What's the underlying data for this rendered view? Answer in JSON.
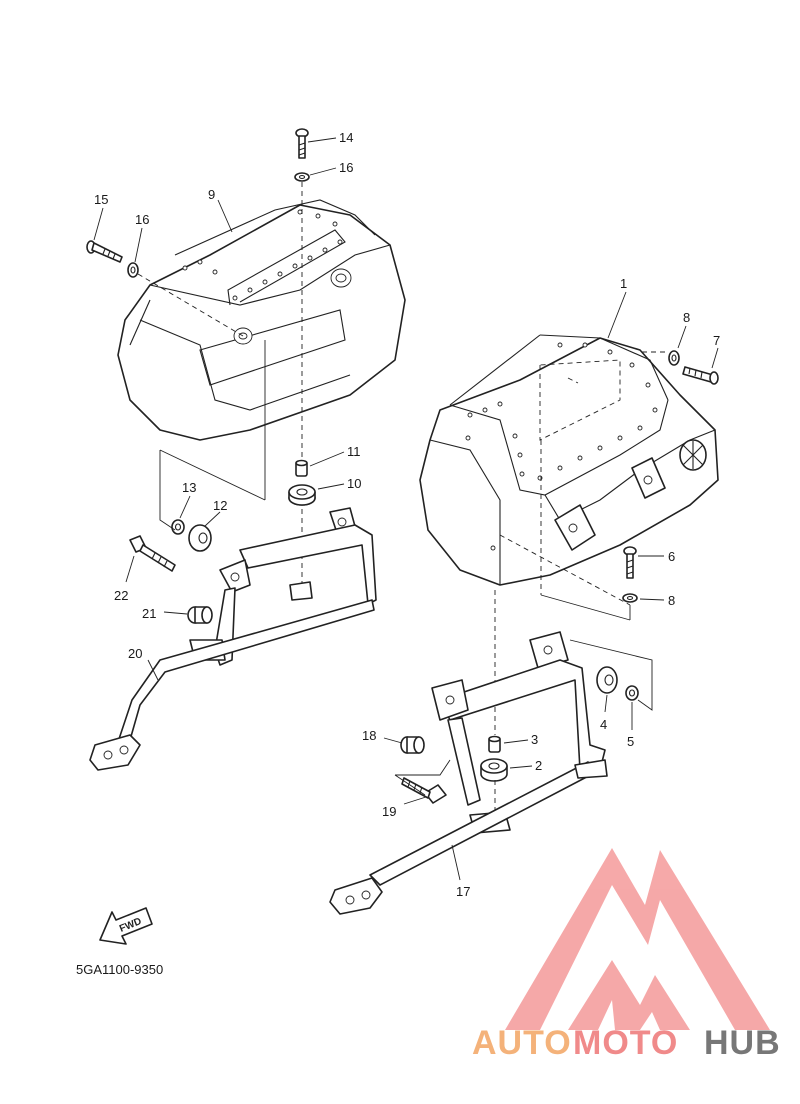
{
  "diagram": {
    "drawing_code": "5GA1100-9350",
    "fwd_label": "FWD",
    "callouts": [
      "1",
      "2",
      "3",
      "4",
      "5",
      "6",
      "7",
      "8",
      "8",
      "9",
      "10",
      "11",
      "12",
      "13",
      "14",
      "15",
      "16",
      "16",
      "17",
      "18",
      "19",
      "20",
      "21",
      "22"
    ]
  },
  "watermark": {
    "part1": "AUTO",
    "part2": "MOTO",
    "part3": "HUB",
    "colors": {
      "auto": "#f4b27a",
      "moto": "#f08a8a",
      "hub": "#777777",
      "logo": "#f49a9a"
    }
  }
}
